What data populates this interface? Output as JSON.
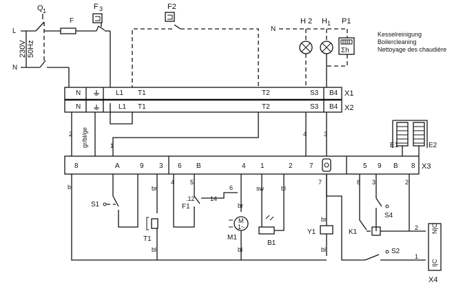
{
  "legend": {
    "line1": "Kesselreinigung",
    "line2": "Boilercleaning",
    "line3": "Nettoyage des chaudière"
  },
  "supply": {
    "L": "L",
    "N": "N",
    "voltage": "230V",
    "freq": "50Hz"
  },
  "components": {
    "Q1": "Q",
    "Q1_sub": "1",
    "F": "F",
    "F3": "F",
    "F3_sub": "3",
    "F2": "F2",
    "H2": "H 2",
    "H1": "H",
    "H1_sub": "1",
    "P1": "P1",
    "P1_symbol": "Σh",
    "S1": "S1",
    "T1": "T1",
    "F1": "F1",
    "M1": "M1",
    "M_symbol": "M",
    "M_sub": "1~",
    "B1": "B1",
    "Y1": "Y1",
    "K1": "K1",
    "S2": "S2",
    "S4": "S4",
    "E1": "E1",
    "E2": "E2",
    "X1": "X1",
    "X2": "X2",
    "X3": "X3",
    "X4": "X4",
    "N_line": "N"
  },
  "strip_x1": {
    "N": "N",
    "L1": "L1",
    "T1": "T1",
    "T2": "T2",
    "S3": "S3",
    "B4": "B4"
  },
  "strip_x2": {
    "N": "N",
    "L1": "L1",
    "T1": "T1",
    "T2": "T2",
    "S3": "S3",
    "B4": "B4"
  },
  "strip_x3": {
    "t8": "8",
    "tA": "A",
    "t9": "9",
    "t3": "3",
    "t6": "6",
    "tB": "B",
    "t4": "4",
    "t1": "1",
    "t2": "2",
    "t7": "7",
    "t5r": "5",
    "t9r": "9",
    "tBr": "B",
    "t8r": "8"
  },
  "wires": {
    "n2": "2",
    "n1": "1",
    "n4a": "4",
    "n3a": "3",
    "n4b": "4",
    "n5": "5",
    "n6": "6",
    "n14": "14",
    "n12": ".12",
    "n7": "7",
    "n8": "8",
    "n3b": "3",
    "n2b": "2",
    "n2x4": "2",
    "n1x4": "1",
    "rot": "gr/bl/ge"
  },
  "colors": {
    "bl": "bl",
    "br": "br",
    "sw": "sw"
  },
  "x4_pins": "N|C",
  "x4_pins2": "I|C"
}
